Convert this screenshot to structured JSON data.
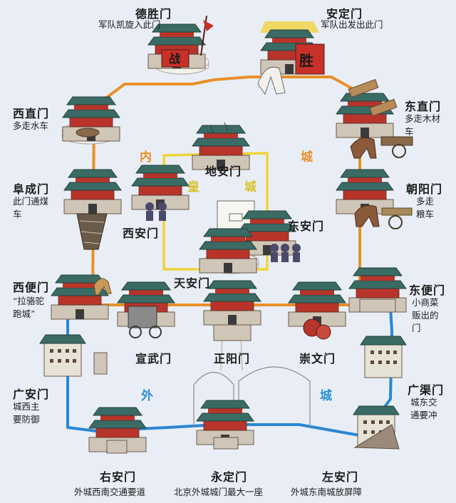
{
  "colors": {
    "inner_wall": "#e8902a",
    "imperial_wall": "#f0d43a",
    "outer_wall": "#2a86d4",
    "roof": "#3a6b64",
    "pillar": "#b8342a",
    "cloud": "#f3f1ec"
  },
  "zones": {
    "nei": "内",
    "cheng_inner": "城",
    "huang": "皇",
    "cheng_imperial": "城",
    "wai": "外",
    "cheng_outer": "城"
  },
  "banners": {
    "zhan": "战",
    "sheng": "胜"
  },
  "gates": {
    "deshengmen": {
      "name": "德胜门",
      "desc": "军队凯旋入此门"
    },
    "andingmen": {
      "name": "安定门",
      "desc": "军队出发出此门"
    },
    "xizhimen": {
      "name": "西直门",
      "desc": "多走水车"
    },
    "dongzhimen": {
      "name": "东直门",
      "desc": "多走木材车"
    },
    "fuchengmen": {
      "name": "阜成门",
      "desc": "此门通煤车"
    },
    "chaoyangmen": {
      "name": "朝阳门",
      "desc": "多走粮车"
    },
    "dianmen": {
      "name": "地安门"
    },
    "xianmen": {
      "name": "西安门"
    },
    "donganmen": {
      "name": "东安门"
    },
    "tiananmen": {
      "name": "天安门"
    },
    "xibianmen": {
      "name": "西便门",
      "desc": "“拉骆驼跑城”"
    },
    "dongbianmen": {
      "name": "东便门",
      "desc": "小商菜贩出的门"
    },
    "xuanwumen": {
      "name": "宣武门"
    },
    "zhengyangmen": {
      "name": "正阳门"
    },
    "chongwenmen": {
      "name": "崇文门"
    },
    "guanganmen": {
      "name": "广安门",
      "desc": "城西主要防御"
    },
    "guangqumen": {
      "name": "广渠门",
      "desc": "城东交通要冲"
    },
    "youanmen": {
      "name": "右安门",
      "desc": "外城西南交通要道"
    },
    "yongdingmen": {
      "name": "永定门",
      "desc": "北京外城城门最大一座"
    },
    "zuoanmen": {
      "name": "左安门",
      "desc": "外城东南城放屏障"
    }
  }
}
